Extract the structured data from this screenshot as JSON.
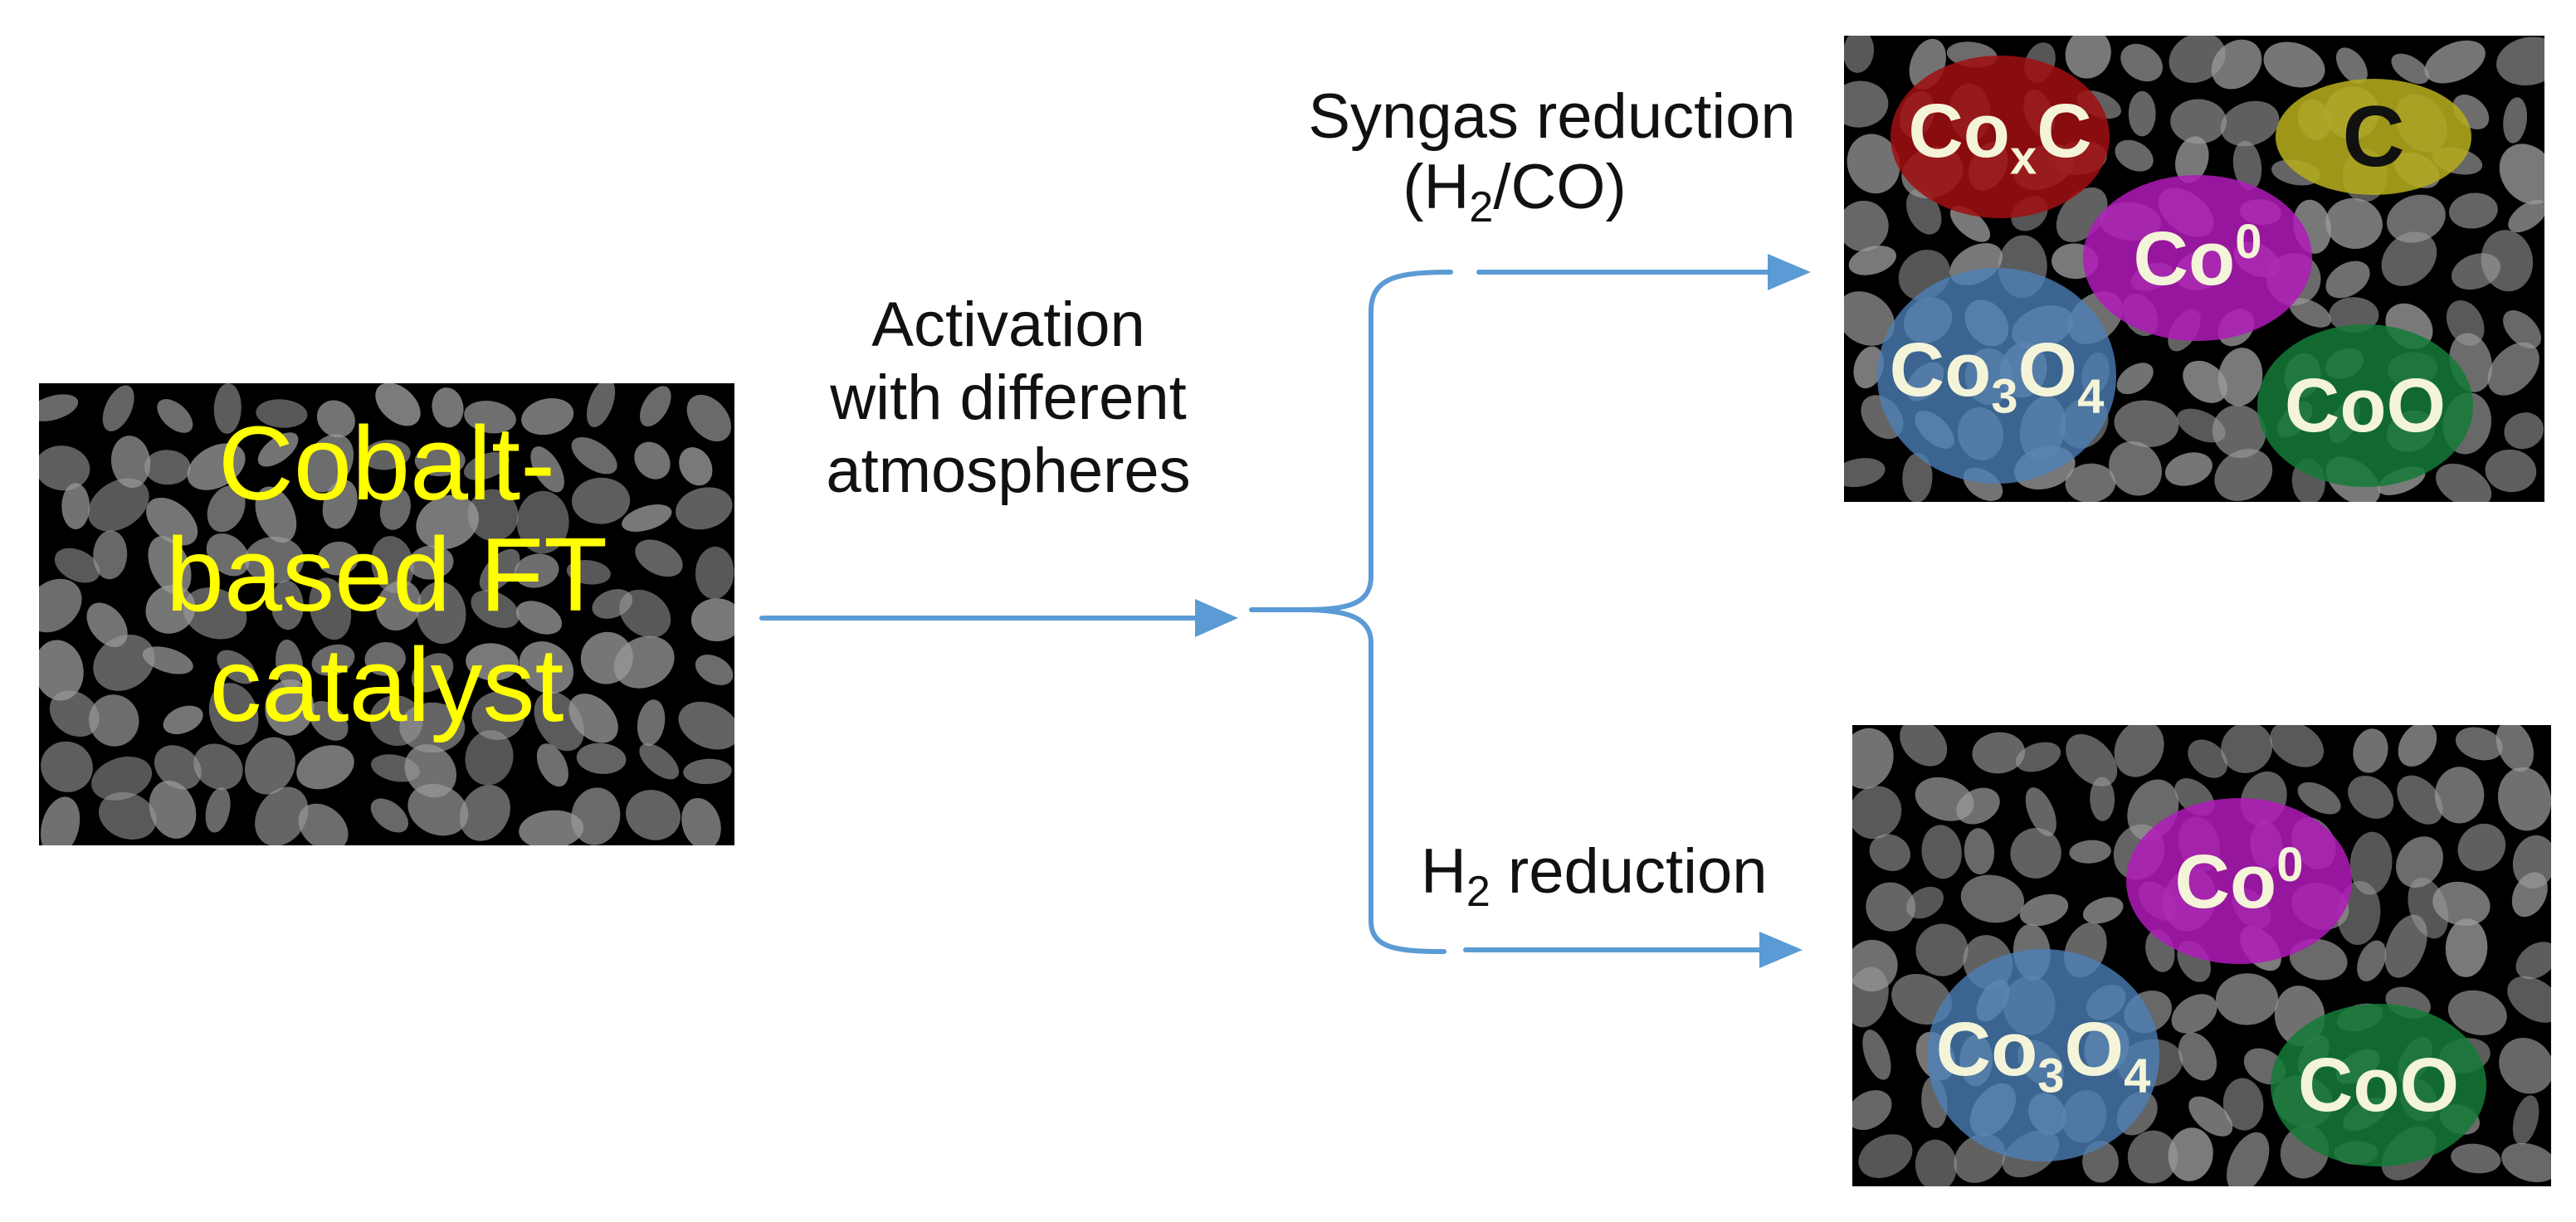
{
  "catalyst": {
    "label_lines": [
      "Cobalt-",
      "based FT",
      "catalyst"
    ]
  },
  "activation": {
    "lines": [
      "Activation",
      "with different",
      "atmospheres"
    ]
  },
  "syngas": {
    "line1": "Syngas reduction",
    "open": "(H",
    "sub": "2",
    "close": "/CO)"
  },
  "h2": {
    "main": "H",
    "sub": "2",
    "rest": " reduction"
  },
  "top_phases": {
    "coxc": {
      "base": "Co",
      "sub": "x",
      "tail": "C",
      "color": "#a00e10"
    },
    "c": {
      "base": "C",
      "color": "#b3ab1c"
    },
    "co0": {
      "base": "Co",
      "sup": "0",
      "color": "#b01ab8"
    },
    "co3o4": {
      "a": "Co",
      "sub1": "3",
      "b": "O",
      "sub2": "4",
      "color": "#4c80b8"
    },
    "coo": {
      "base": "CoO",
      "color": "#147a38"
    }
  },
  "bottom_phases": {
    "co0": {
      "base": "Co",
      "sup": "0",
      "color": "#b01ab8"
    },
    "co3o4": {
      "a": "Co",
      "sub1": "3",
      "b": "O",
      "sub2": "4",
      "color": "#4c80b8"
    },
    "coo": {
      "base": "CoO",
      "color": "#147a38"
    }
  },
  "colors": {
    "arrow": "#5b9bd5",
    "catalyst_text": "#ffff00",
    "particle": "#9a9a9a",
    "box": "#000000"
  }
}
